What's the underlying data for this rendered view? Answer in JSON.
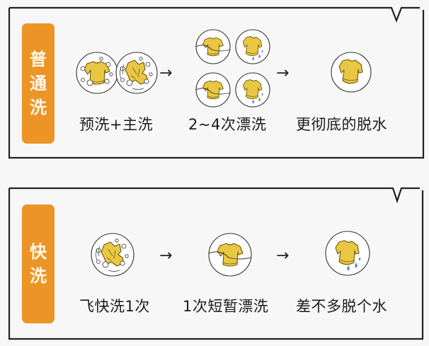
{
  "colors": {
    "tag_bg": "#ec9526",
    "tag_text": "#fff8ea",
    "shirt": "#e9c743",
    "shirt_outline": "#6b5a12",
    "water": "#6fa3cf",
    "frame": "#222222"
  },
  "panels": [
    {
      "tag": [
        "普",
        "通",
        "洗"
      ],
      "steps": [
        {
          "label": "预洗+主洗",
          "icons": [
            "sudsy-shirt-icon",
            "tumbling-shirt-icon"
          ]
        },
        {
          "label": "2~4次漂洗",
          "icons": [
            "rinse-shirt-icon",
            "dripping-shirt-icon",
            "rinse-shirt-icon",
            "dripping-shirt-icon"
          ]
        },
        {
          "label": "更彻底的脱水",
          "icons": [
            "dry-shirt-icon"
          ]
        }
      ],
      "arrows": [
        "→",
        "→"
      ]
    },
    {
      "tag": [
        "快",
        "洗"
      ],
      "steps": [
        {
          "label": "飞快洗1次",
          "icons": [
            "tumbling-shirt-icon"
          ]
        },
        {
          "label": "1次短暂漂洗",
          "icons": [
            "rinse-shirt-icon"
          ]
        },
        {
          "label": "差不多脱个水",
          "icons": [
            "dripping-shirt-icon"
          ]
        }
      ],
      "arrows": [
        "→",
        "→"
      ]
    }
  ]
}
